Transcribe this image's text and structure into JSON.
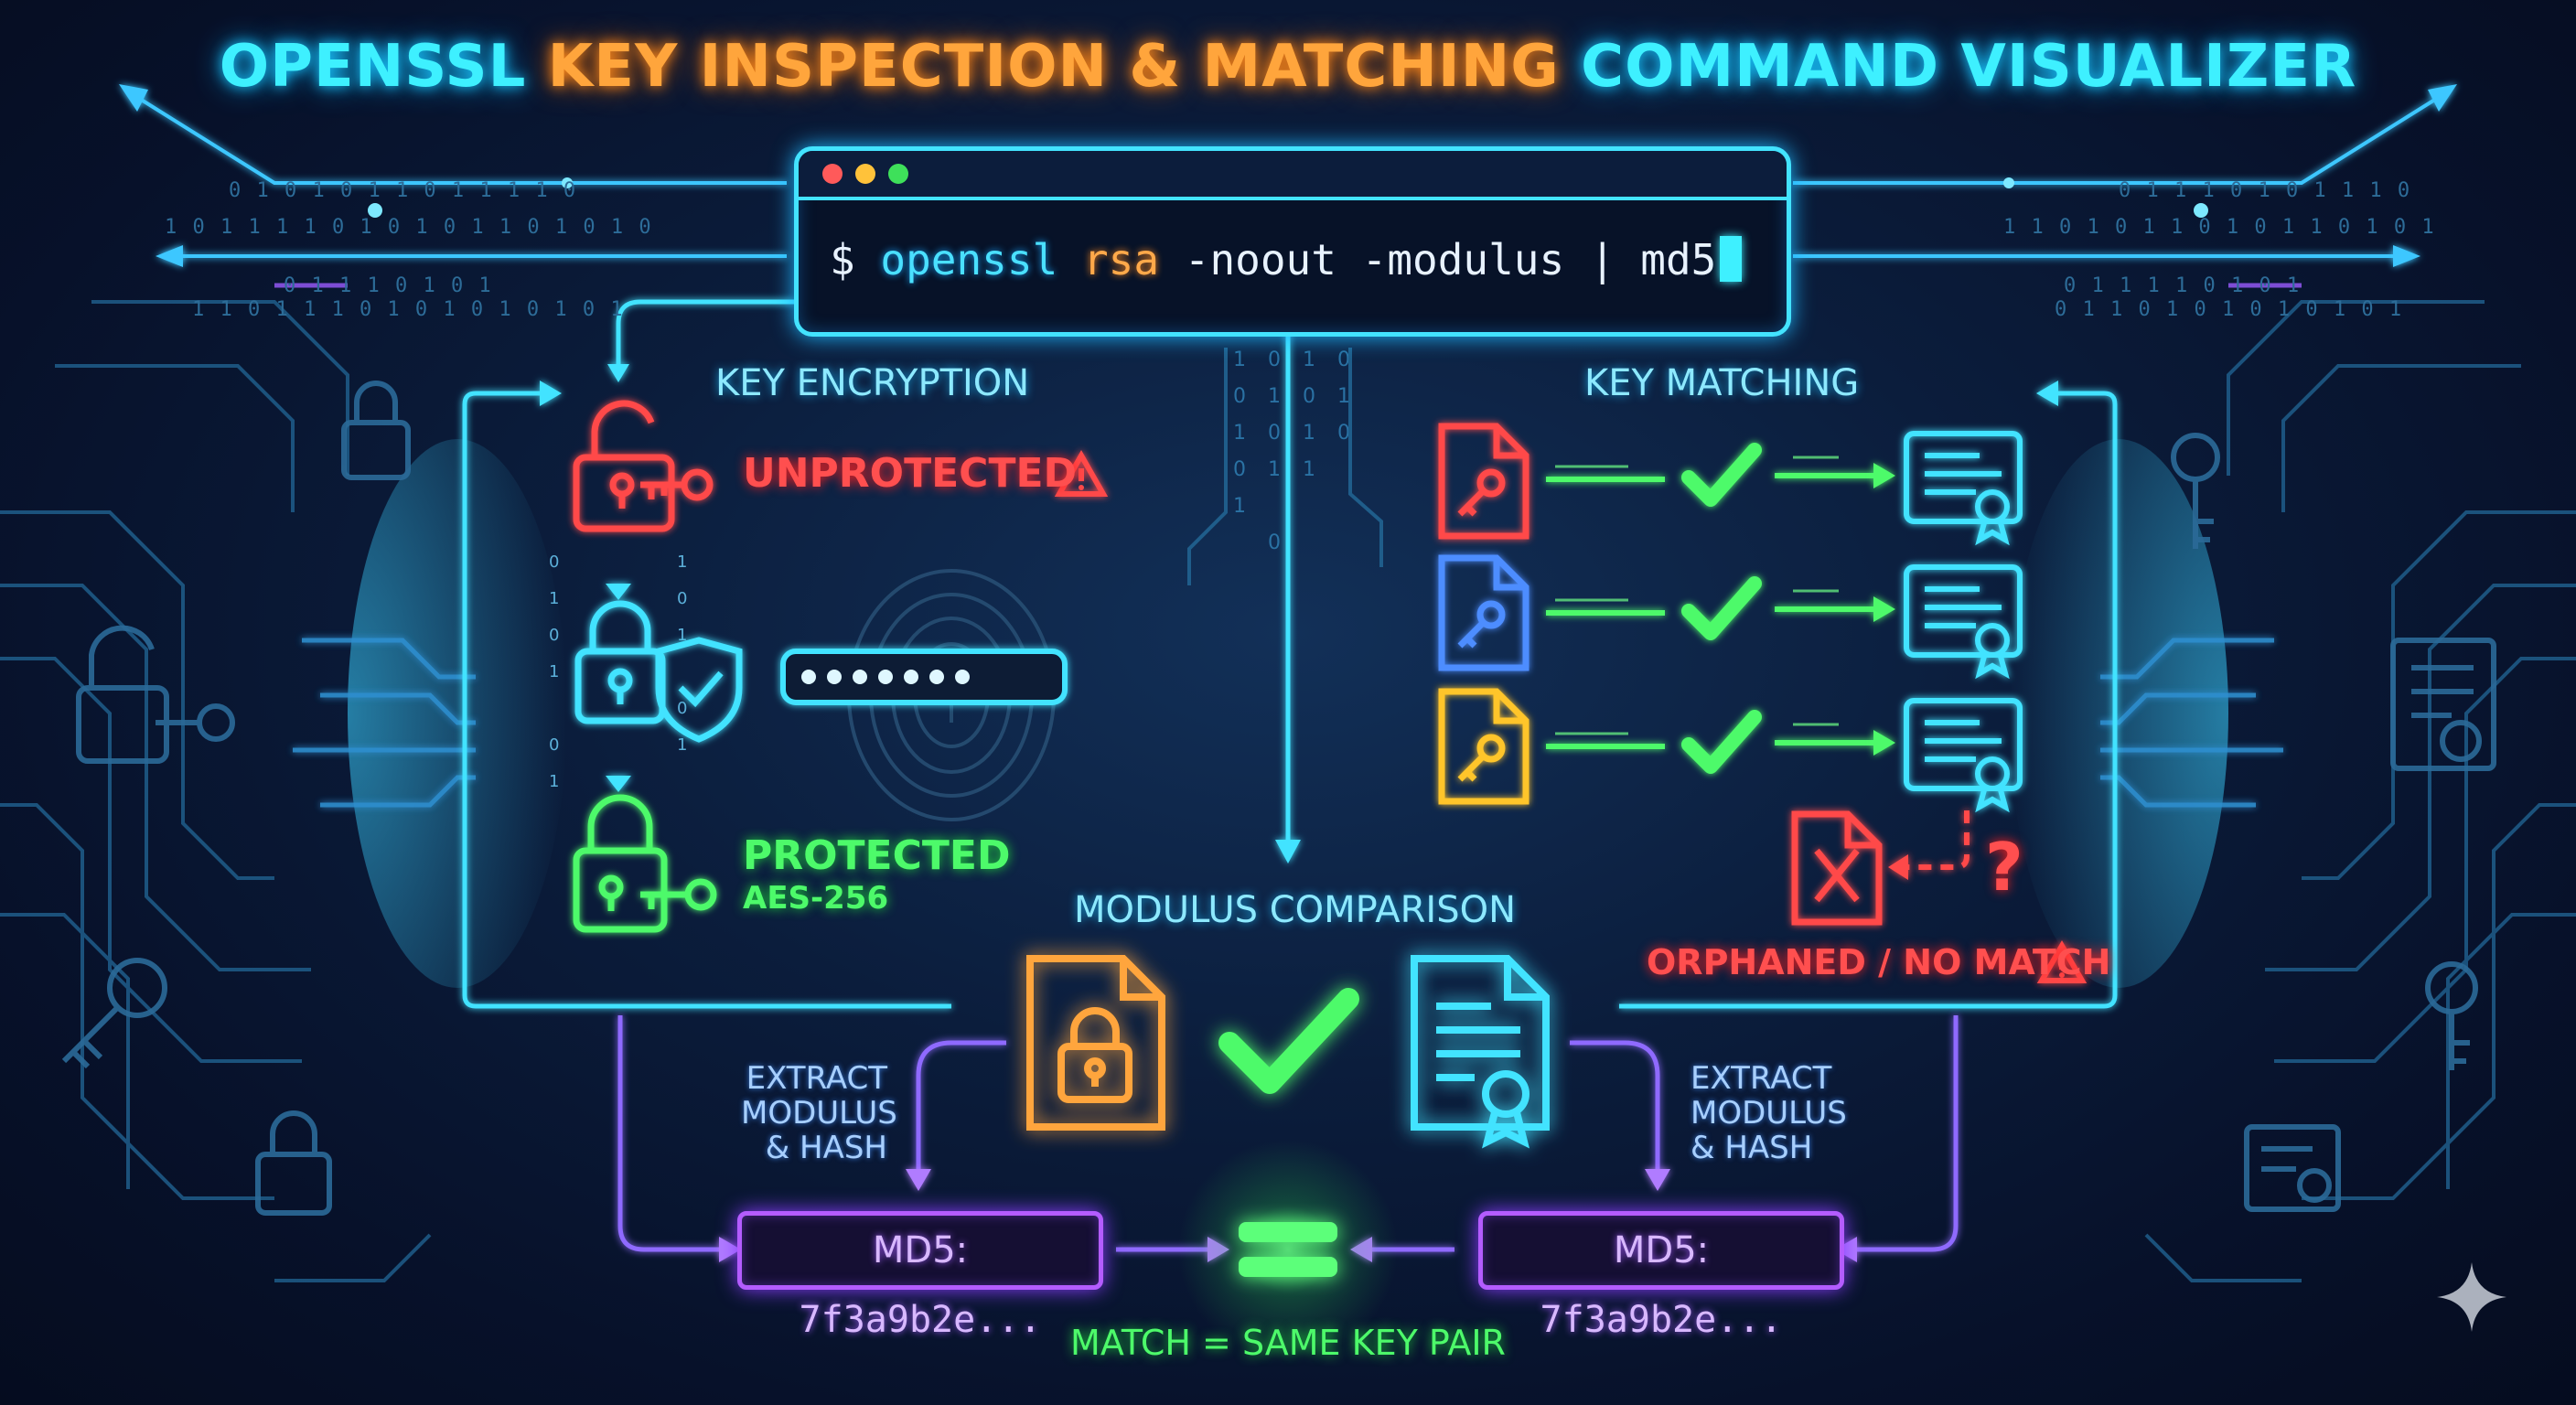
{
  "title": {
    "part1": "OPENSSL",
    "part2": "KEY INSPECTION & MATCHING",
    "part3": "COMMAND VISUALIZER"
  },
  "terminal": {
    "prompt": "$",
    "program": "openssl",
    "subcommand": "rsa",
    "args": "-noout -modulus | md5"
  },
  "encryption": {
    "heading": "KEY ENCRYPTION",
    "unprotected": "UNPROTECTED",
    "protected": "PROTECTED",
    "cipher": "AES-256"
  },
  "matching": {
    "heading": "KEY MATCHING",
    "orphaned": "ORPHANED / NO MATCH",
    "question": "?"
  },
  "modulus": {
    "heading": "MODULUS COMPARISON",
    "extract_left": [
      "EXTRACT",
      "MODULUS",
      "& HASH"
    ],
    "extract_right": [
      "EXTRACT",
      "MODULUS",
      "& HASH"
    ],
    "hash_prefix": "MD5:",
    "hash_left": "7f3a9b2e...",
    "hash_right": "7f3a9b2e...",
    "match_caption": "MATCH = SAME KEY PAIR"
  },
  "binary": {
    "left_1": "0 1 0 1 0 1 1 0 1 1 1 1 0",
    "left_2": "1 0 1 1 1 1 0 1 0 1 0 1 1 0 1 0 1 0",
    "left_3": "0 1 1 1 0 1 0 1",
    "left_4": "1 1 0 1 1 1 0 1 0 1 0 1 0 1 0 1",
    "right_1": "0 1 1 1 0 1 0 1 1 1 0",
    "right_2": "1 1 0 1 0 1 1 0 1 0 1 1 0 1 0 1",
    "right_3": "0 1 1 1 1 0 1 0 1",
    "right_4": "0 1 1 0 1 0 1 0 1 0 1 0 1"
  },
  "colors": {
    "cyan": "#43e3ff",
    "orange": "#ffa53c",
    "red": "#ff4f4f",
    "green": "#4dfa6a",
    "purple": "#b45cff",
    "blue": "#4d8dff",
    "yellow": "#ffc52a"
  }
}
